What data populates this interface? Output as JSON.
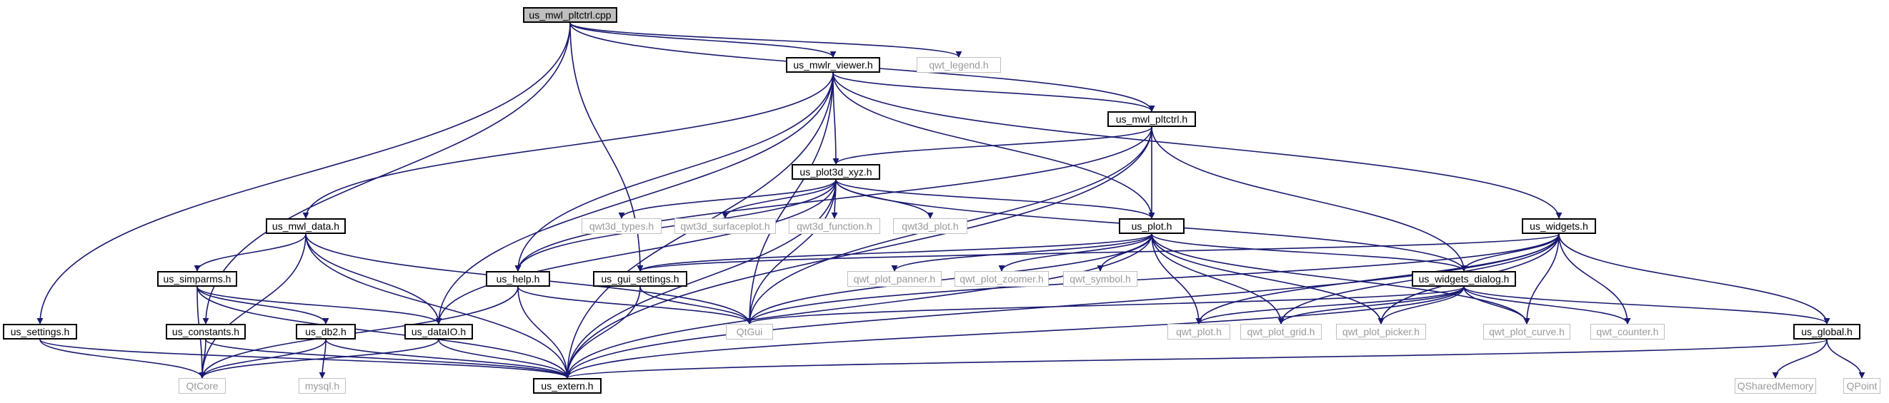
{
  "diagram": {
    "edge_color": "#191970",
    "root_fill": "#bfbfbf",
    "nodes": {
      "us_mwl_pltctrl_cpp": "us_mwl_pltctrl.cpp",
      "qwt_legend_h": "qwt_legend.h",
      "us_mwlr_viewer_h": "us_mwlr_viewer.h",
      "us_mwl_pltctrl_h": "us_mwl_pltctrl.h",
      "us_plot3d_xyz_h": "us_plot3d_xyz.h",
      "us_mwl_data_h": "us_mwl_data.h",
      "qwt3d_types_h": "qwt3d_types.h",
      "qwt3d_surfaceplot_h": "qwt3d_surfaceplot.h",
      "qwt3d_function_h": "qwt3d_function.h",
      "qwt3d_plot_h": "qwt3d_plot.h",
      "us_plot_h": "us_plot.h",
      "us_widgets_h": "us_widgets.h",
      "us_simparms_h": "us_simparms.h",
      "us_help_h": "us_help.h",
      "us_gui_settings_h": "us_gui_settings.h",
      "qwt_plot_panner_h": "qwt_plot_panner.h",
      "qwt_plot_zoomer_h": "qwt_plot_zoomer.h",
      "qwt_symbol_h": "qwt_symbol.h",
      "us_widgets_dialog_h": "us_widgets_dialog.h",
      "us_settings_h": "us_settings.h",
      "us_constants_h": "us_constants.h",
      "us_db2_h": "us_db2.h",
      "us_dataIO_h": "us_dataIO.h",
      "QtGui": "QtGui",
      "qwt_plot_h": "qwt_plot.h",
      "qwt_plot_grid_h": "qwt_plot_grid.h",
      "qwt_plot_picker_h": "qwt_plot_picker.h",
      "qwt_plot_curve_h": "qwt_plot_curve.h",
      "qwt_counter_h": "qwt_counter.h",
      "us_global_h": "us_global.h",
      "QtCore": "QtCore",
      "mysql_h": "mysql.h",
      "us_extern_h": "us_extern.h",
      "QSharedMemory": "QSharedMemory",
      "QPoint": "QPoint"
    }
  }
}
